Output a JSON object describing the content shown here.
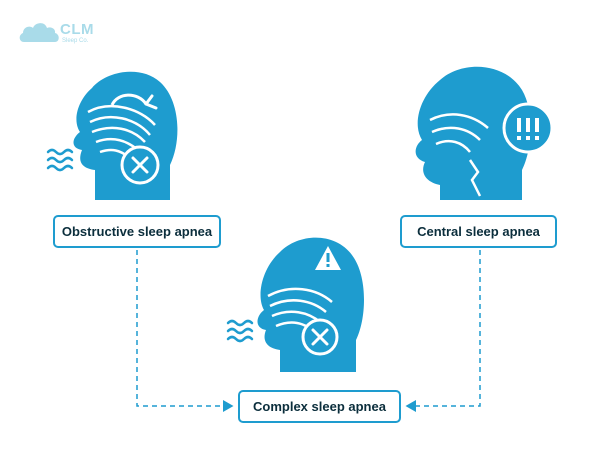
{
  "logo": {
    "name": "CLM",
    "tagline": "Sleep Co."
  },
  "labels": {
    "obstructive": "Obstructive sleep apnea",
    "central": "Central sleep apnea",
    "complex": "Complex sleep apnea"
  },
  "colors": {
    "accent": "#1e9ccf",
    "text": "#0b2e3c",
    "logo": "#a9dbe9"
  }
}
